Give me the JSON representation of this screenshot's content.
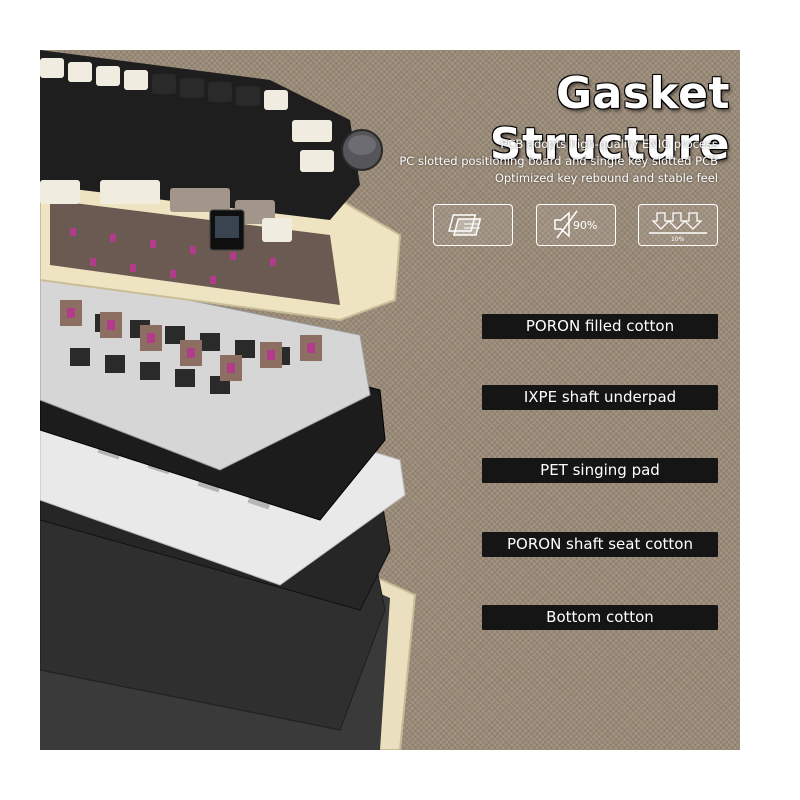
{
  "title": "Gasket Structure",
  "features": [
    "PCB adopts high-quality ENIG process",
    "PC slotted positioning board and single key slotted PCB",
    "Optimized key rebound and stable feel"
  ],
  "icons": [
    {
      "name": "pcb-icon"
    },
    {
      "name": "sound-dampening-icon",
      "text": "90%"
    },
    {
      "name": "rebound-icon",
      "text": "10%"
    }
  ],
  "layers": [
    "PORON filled cotton",
    "IXPE shaft underpad",
    "PET singing pad",
    "PORON shaft seat cotton",
    "Bottom cotton"
  ],
  "colors": {
    "background": "#9b8b78",
    "label_background": "#151515",
    "label_text": "#ffffff",
    "case": "#efe4c2",
    "switch_stem": "#b23c8a"
  }
}
